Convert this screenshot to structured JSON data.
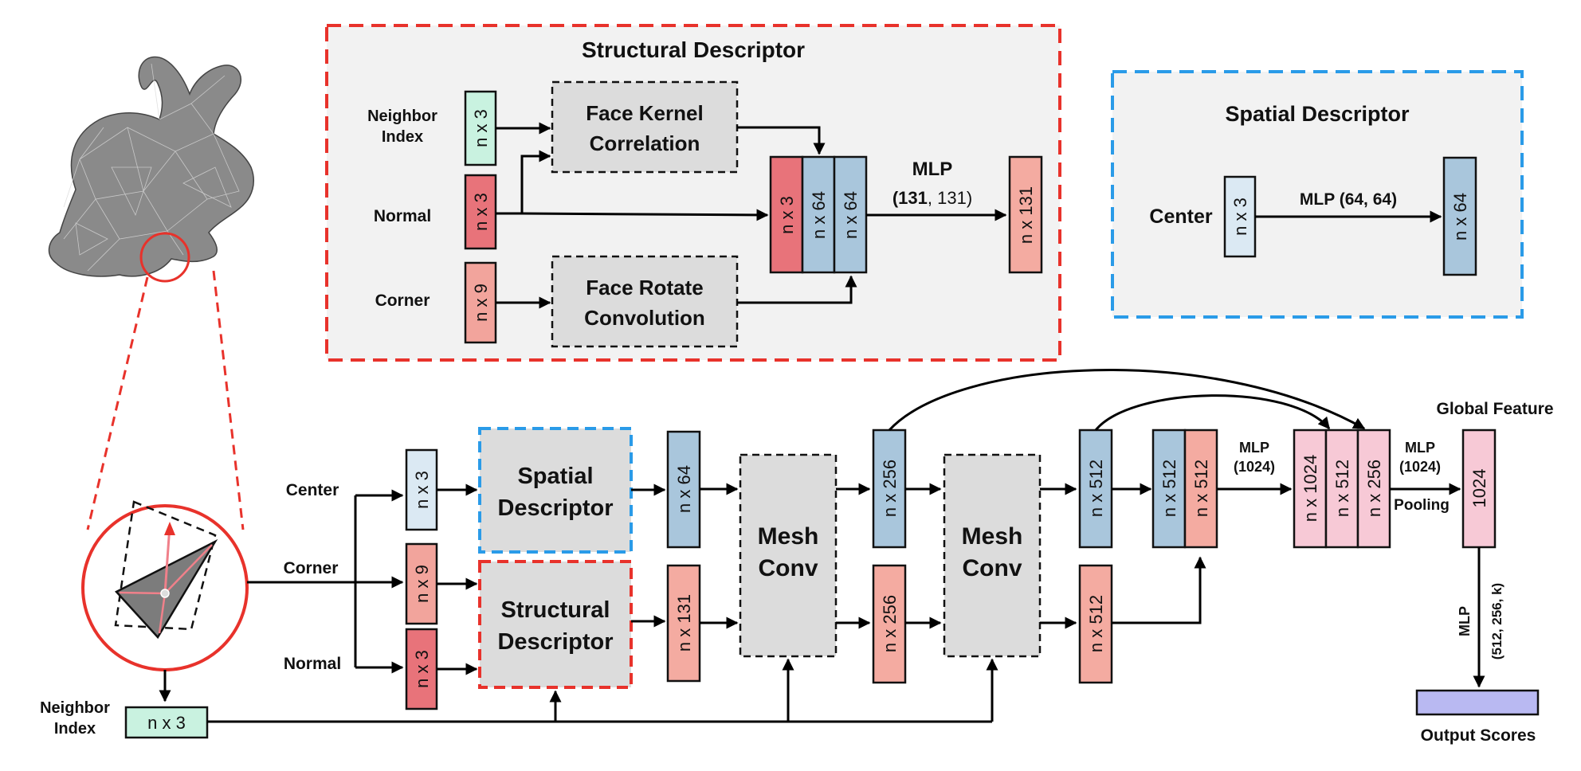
{
  "colors": {
    "red_dash": "#e8322b",
    "blue_dash": "#2a9be8",
    "panel_fill": "#f2f2f2",
    "module_fill": "#dcdcdc",
    "center_block": "#dbe9f3",
    "normal_block": "#e8737a",
    "corner_block": "#f2a49c",
    "neighbor_block": "#c9f2e0",
    "feat64_block": "#a9c6dc",
    "feat131_block": "#f4aba1",
    "feat_pink": "#f7c9d6",
    "output_block": "#b9b9f2"
  },
  "structural": {
    "title": "Structural Descriptor",
    "neighbor_label": "Neighbor\nIndex",
    "normal_label": "Normal",
    "corner_label": "Corner",
    "neighbor_block": "n x 3",
    "normal_block": "n x 3",
    "corner_block": "n x 9",
    "face_kernel": "Face Kernel\nCorrelation",
    "face_rotate": "Face Rotate\nConvolution",
    "concat_blocks": [
      "n x 3",
      "n x 64",
      "n x 64"
    ],
    "mlp_label": "MLP",
    "mlp_dims_bold": "(131",
    "mlp_dims_rest": ", 131)",
    "out_block": "n x 131"
  },
  "spatial": {
    "title": "Spatial Descriptor",
    "center_label": "Center",
    "center_block": "n x 3",
    "mlp_label": "MLP (64, 64)",
    "out_block": "n x 64"
  },
  "pipeline": {
    "center_label": "Center",
    "corner_label": "Corner",
    "normal_label": "Normal",
    "neighbor_label": "Neighbor\nIndex",
    "neighbor_block": "n x 3",
    "center_block": "n x 3",
    "corner_block": "n x 9",
    "normal_block": "n x 3",
    "spatial_module": "Spatial\nDescriptor",
    "structural_module": "Structural\nDescriptor",
    "spatial_out": "n x 64",
    "structural_out": "n x 131",
    "meshconv1": "Mesh\nConv",
    "meshconv1_top": "n x 256",
    "meshconv1_bottom": "n x 256",
    "meshconv2": "Mesh\nConv",
    "meshconv2_top": "n x 512",
    "meshconv2_bottom": "n x 512",
    "concat_pair": [
      "n x 512",
      "n x 512"
    ],
    "mlp1_label": "MLP\n(1024)",
    "concat_triple": [
      "n x 1024",
      "n x 512",
      "n x 256"
    ],
    "mlp2_label": "MLP\n(1024)",
    "pooling_label": "Pooling",
    "global_feature_label": "Global Feature",
    "global_block": "1024",
    "final_mlp_label": "MLP",
    "final_mlp_dims": "(512, 256, k)",
    "output_label": "Output Scores"
  }
}
